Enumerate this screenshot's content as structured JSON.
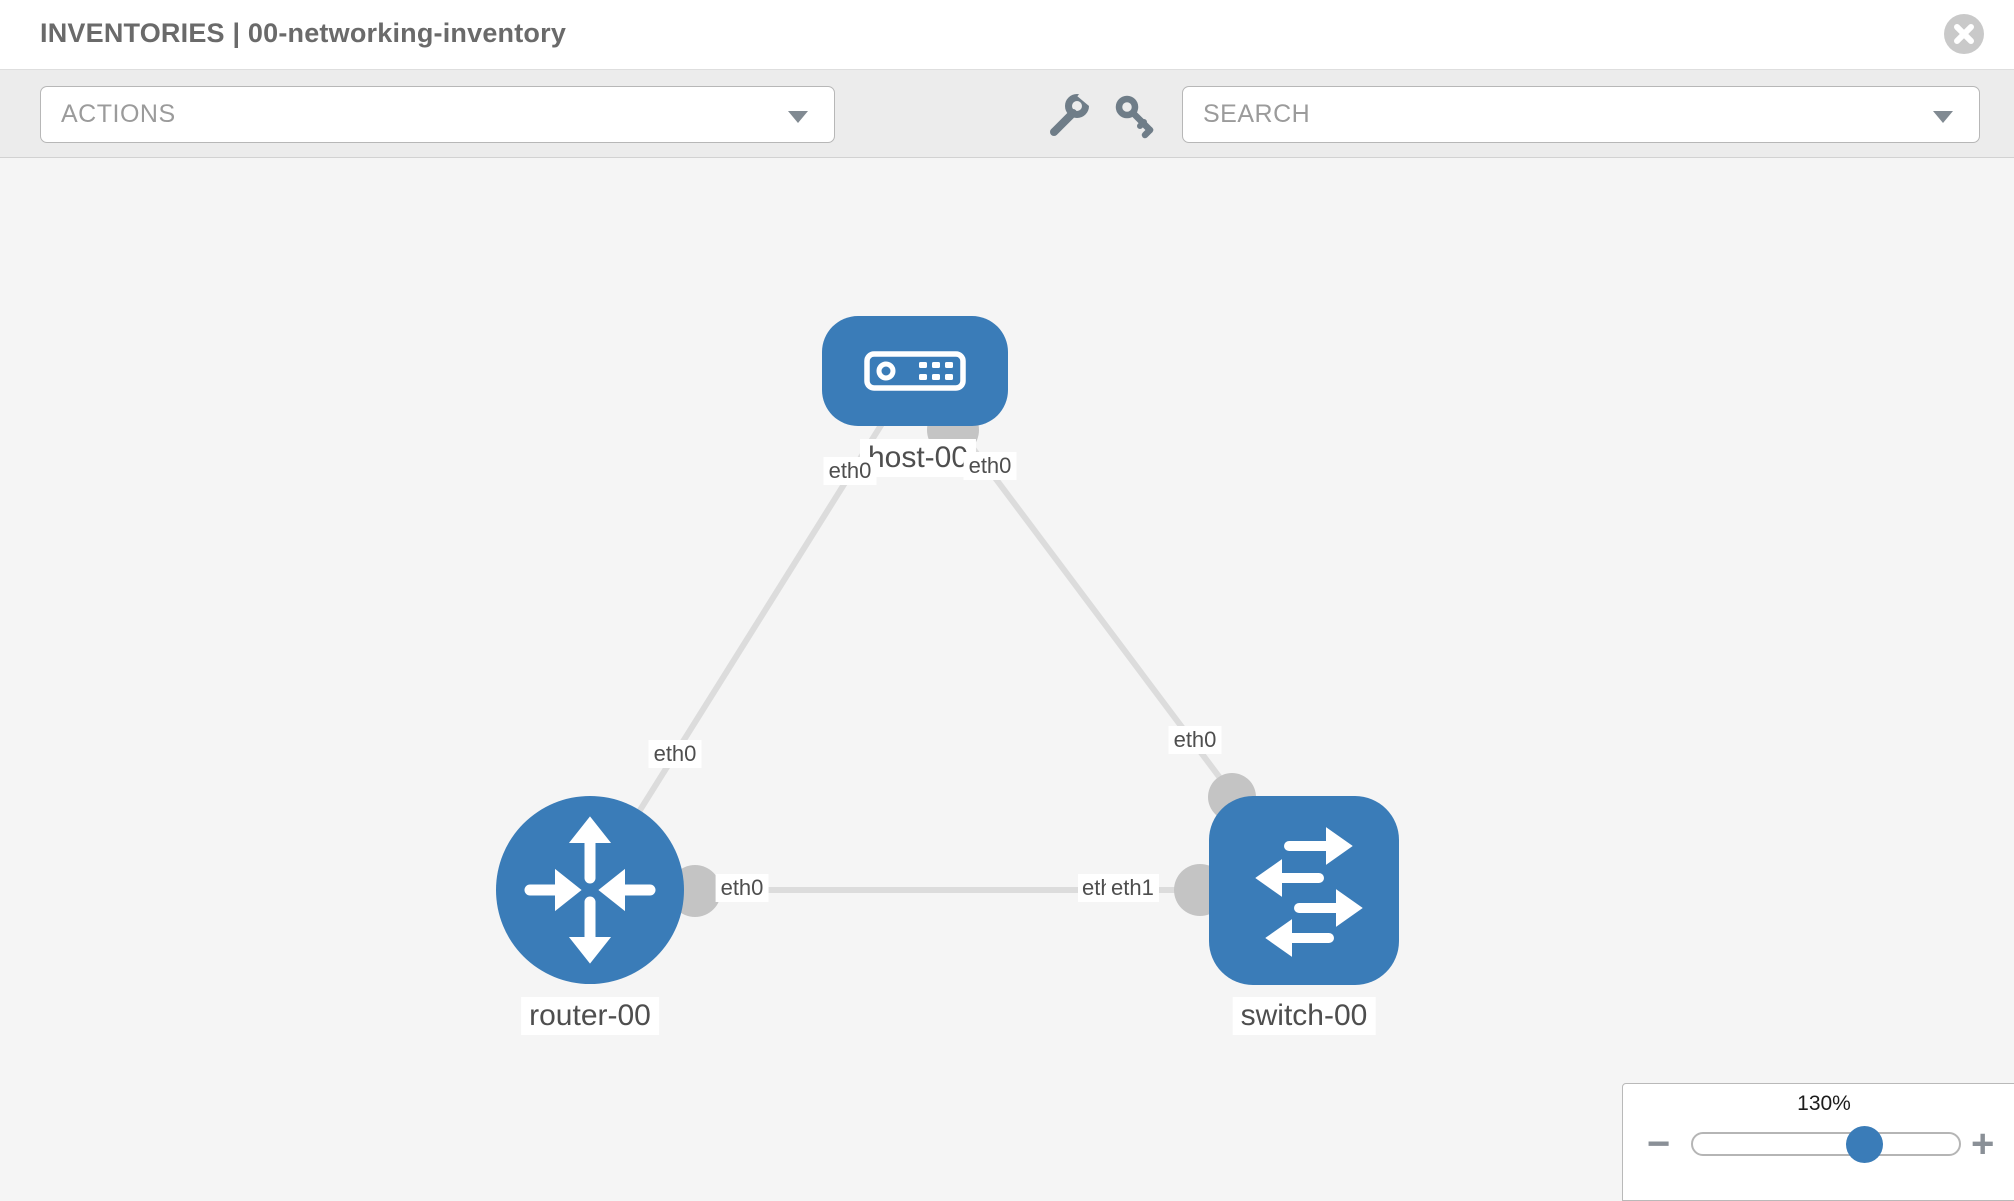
{
  "header": {
    "title": "INVENTORIES | 00-networking-inventory"
  },
  "toolbar": {
    "actions_label": "ACTIONS",
    "search_placeholder": "SEARCH",
    "icon_buttons": [
      "wrench-icon",
      "key-icon"
    ]
  },
  "topology": {
    "nodes": [
      {
        "id": "host-00",
        "label": "host-00",
        "type": "host"
      },
      {
        "id": "router-00",
        "label": "router-00",
        "type": "router"
      },
      {
        "id": "switch-00",
        "label": "switch-00",
        "type": "switch"
      }
    ],
    "links": [
      {
        "from": "host-00",
        "to": "router-00",
        "from_interface": "eth0",
        "to_interface": "eth0"
      },
      {
        "from": "host-00",
        "to": "switch-00",
        "from_interface": "eth0",
        "to_interface": "eth0"
      },
      {
        "from": "router-00",
        "to": "switch-00",
        "from_interface": "eth0",
        "to_interfaces_overlapping": [
          "eth0",
          "eth1"
        ]
      }
    ]
  },
  "zoom_control": {
    "value": "130%",
    "percent": 130,
    "minus_glyph": "−",
    "plus_glyph": "+"
  },
  "colors": {
    "node_blue": "#3a7cb8",
    "link_gray": "#dcdcdc",
    "interface_dot_gray": "#c4c4c4"
  }
}
